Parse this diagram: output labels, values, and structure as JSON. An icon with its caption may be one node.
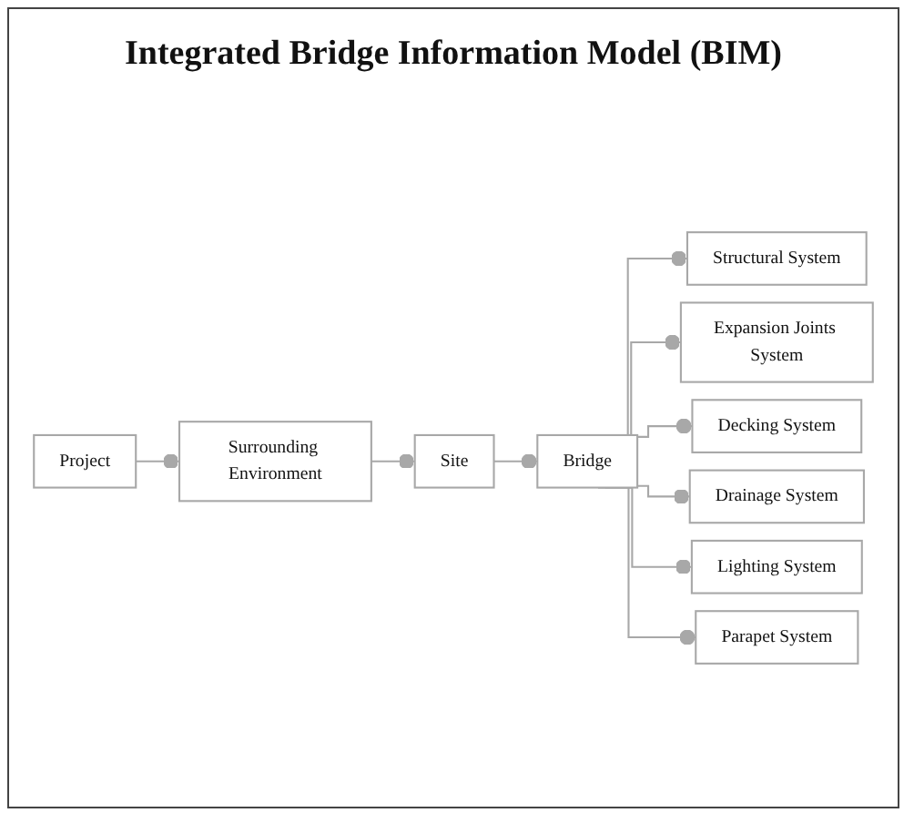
{
  "diagram": {
    "title": "Integrated Bridge Information Model (BIM)",
    "nodes": [
      {
        "text": [
          "Project"
        ]
      },
      {
        "text": [
          "Surrounding Environment"
        ]
      },
      {
        "text": [
          "Site"
        ]
      },
      {
        "text": [
          "Bridge"
        ]
      },
      {
        "text": [
          "Structural System"
        ]
      },
      {
        "text": [
          "Expansion Joints System"
        ]
      },
      {
        "text": [
          "Decking System"
        ]
      },
      {
        "text": [
          "Drainage System"
        ]
      },
      {
        "text": [
          "Lighting System"
        ]
      },
      {
        "text": [
          "Parapet System"
        ]
      }
    ],
    "edges": [
      {
        "from": 0,
        "to": 1,
        "arrow": "other"
      },
      {
        "from": 1,
        "to": 2,
        "arrow": "other"
      },
      {
        "from": 2,
        "to": 3,
        "arrow": "other"
      },
      {
        "from": 3,
        "to": 4,
        "arrow": "other"
      },
      {
        "from": 3,
        "to": 5,
        "arrow": "other"
      },
      {
        "from": 3,
        "to": 6,
        "arrow": "other"
      },
      {
        "from": 3,
        "to": 7,
        "arrow": "other"
      },
      {
        "from": 3,
        "to": 8,
        "arrow": "other"
      },
      {
        "from": 3,
        "to": 9,
        "arrow": "other"
      }
    ]
  }
}
